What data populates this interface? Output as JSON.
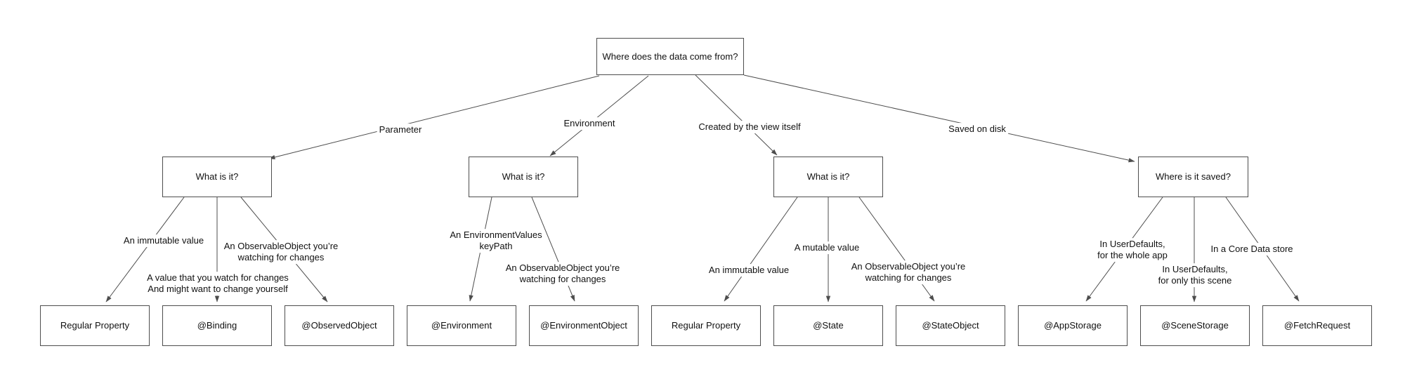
{
  "flowchart": {
    "root": {
      "label": "Where does the data come from?"
    },
    "branches": [
      {
        "edge_label": "Parameter",
        "question": "What is it?",
        "children": [
          {
            "edge_label": "An immutable value",
            "box": "Regular Property"
          },
          {
            "edge_label": "A value that you watch for changes\nAnd might want to change yourself",
            "box": "@Binding"
          },
          {
            "edge_label": "An ObservableObject you’re\nwatching for changes",
            "box": "@ObservedObject"
          }
        ]
      },
      {
        "edge_label": "Environment",
        "question": "What is it?",
        "children": [
          {
            "edge_label": "An EnvironmentValues\nkeyPath",
            "box": "@Environment"
          },
          {
            "edge_label": "An ObservableObject you’re\nwatching for changes",
            "box": "@EnvironmentObject"
          }
        ]
      },
      {
        "edge_label": "Created by the view itself",
        "question": "What is it?",
        "children": [
          {
            "edge_label": "An immutable value",
            "box": "Regular Property"
          },
          {
            "edge_label": "A mutable value",
            "box": "@State"
          },
          {
            "edge_label": "An ObservableObject you’re\nwatching for changes",
            "box": "@StateObject"
          }
        ]
      },
      {
        "edge_label": "Saved on disk",
        "question": "Where is it saved?",
        "children": [
          {
            "edge_label": "In UserDefaults,\nfor the whole app",
            "box": "@AppStorage"
          },
          {
            "edge_label": "In UserDefaults,\nfor only this scene",
            "box": "@SceneStorage"
          },
          {
            "edge_label": "In a Core Data store",
            "box": "@FetchRequest"
          }
        ]
      }
    ]
  }
}
